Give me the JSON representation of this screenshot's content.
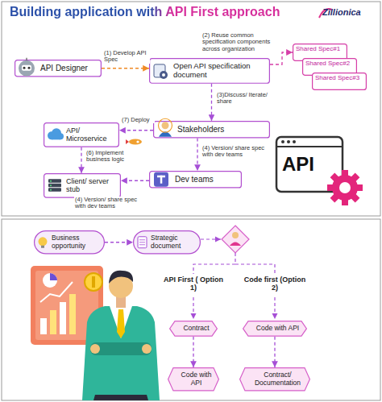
{
  "diagram": {
    "title": "Building application with API First approach",
    "nodes": [
      {
        "text": [
          "API Designer"
        ]
      },
      {
        "text": [
          "Open API specification document"
        ]
      },
      {
        "text": [
          "Shared Spec#1"
        ]
      },
      {
        "text": [
          "Shared Spec#2"
        ]
      },
      {
        "text": [
          "Shared Spec#3"
        ]
      },
      {
        "text": [
          "API/ Microservice"
        ]
      },
      {
        "text": [
          "Stakeholders"
        ]
      },
      {
        "text": [
          "Client/ server stub"
        ]
      },
      {
        "text": [
          "Dev teams"
        ]
      },
      {
        "text": [
          "Business opportunity"
        ]
      },
      {
        "text": [
          "Strategic document"
        ]
      },
      {
        "text": [
          "Contract"
        ]
      },
      {
        "text": [
          "Code with API"
        ]
      },
      {
        "text": [
          "Code with API"
        ]
      },
      {
        "text": [
          "Contract/ Documentation"
        ]
      }
    ],
    "edges": [
      {
        "from": 0,
        "to": 1,
        "label": "(1) Develop API Spec",
        "arrow": "to"
      },
      {
        "from": 1,
        "to": 2,
        "label": "(2) Reuse common specification components across organization",
        "arrow": "to"
      },
      {
        "from": 1,
        "to": 6,
        "label": "(3)Discuss/ Iterate/ share",
        "arrow": "to"
      },
      {
        "from": 6,
        "to": 5,
        "label": "(7) Deploy",
        "arrow": "to"
      },
      {
        "from": 6,
        "to": 8,
        "label": "(4) Version/ share spec with dev teams",
        "arrow": "to"
      },
      {
        "from": 5,
        "to": 7,
        "label": "(6) Implement business logic",
        "arrow": "to"
      },
      {
        "from": 8,
        "to": 7,
        "label": "(4) Version/ share spec with dev teams",
        "arrow": "to"
      },
      {
        "from": 9,
        "to": 10,
        "arrow": "to"
      },
      {
        "from": 11,
        "to": 12,
        "arrow": "to"
      },
      {
        "from": 13,
        "to": 14,
        "arrow": "to"
      }
    ],
    "labels": [
      "Zillionica",
      "API",
      "API First ( Option 1)",
      "Code first (Option 2)"
    ]
  }
}
